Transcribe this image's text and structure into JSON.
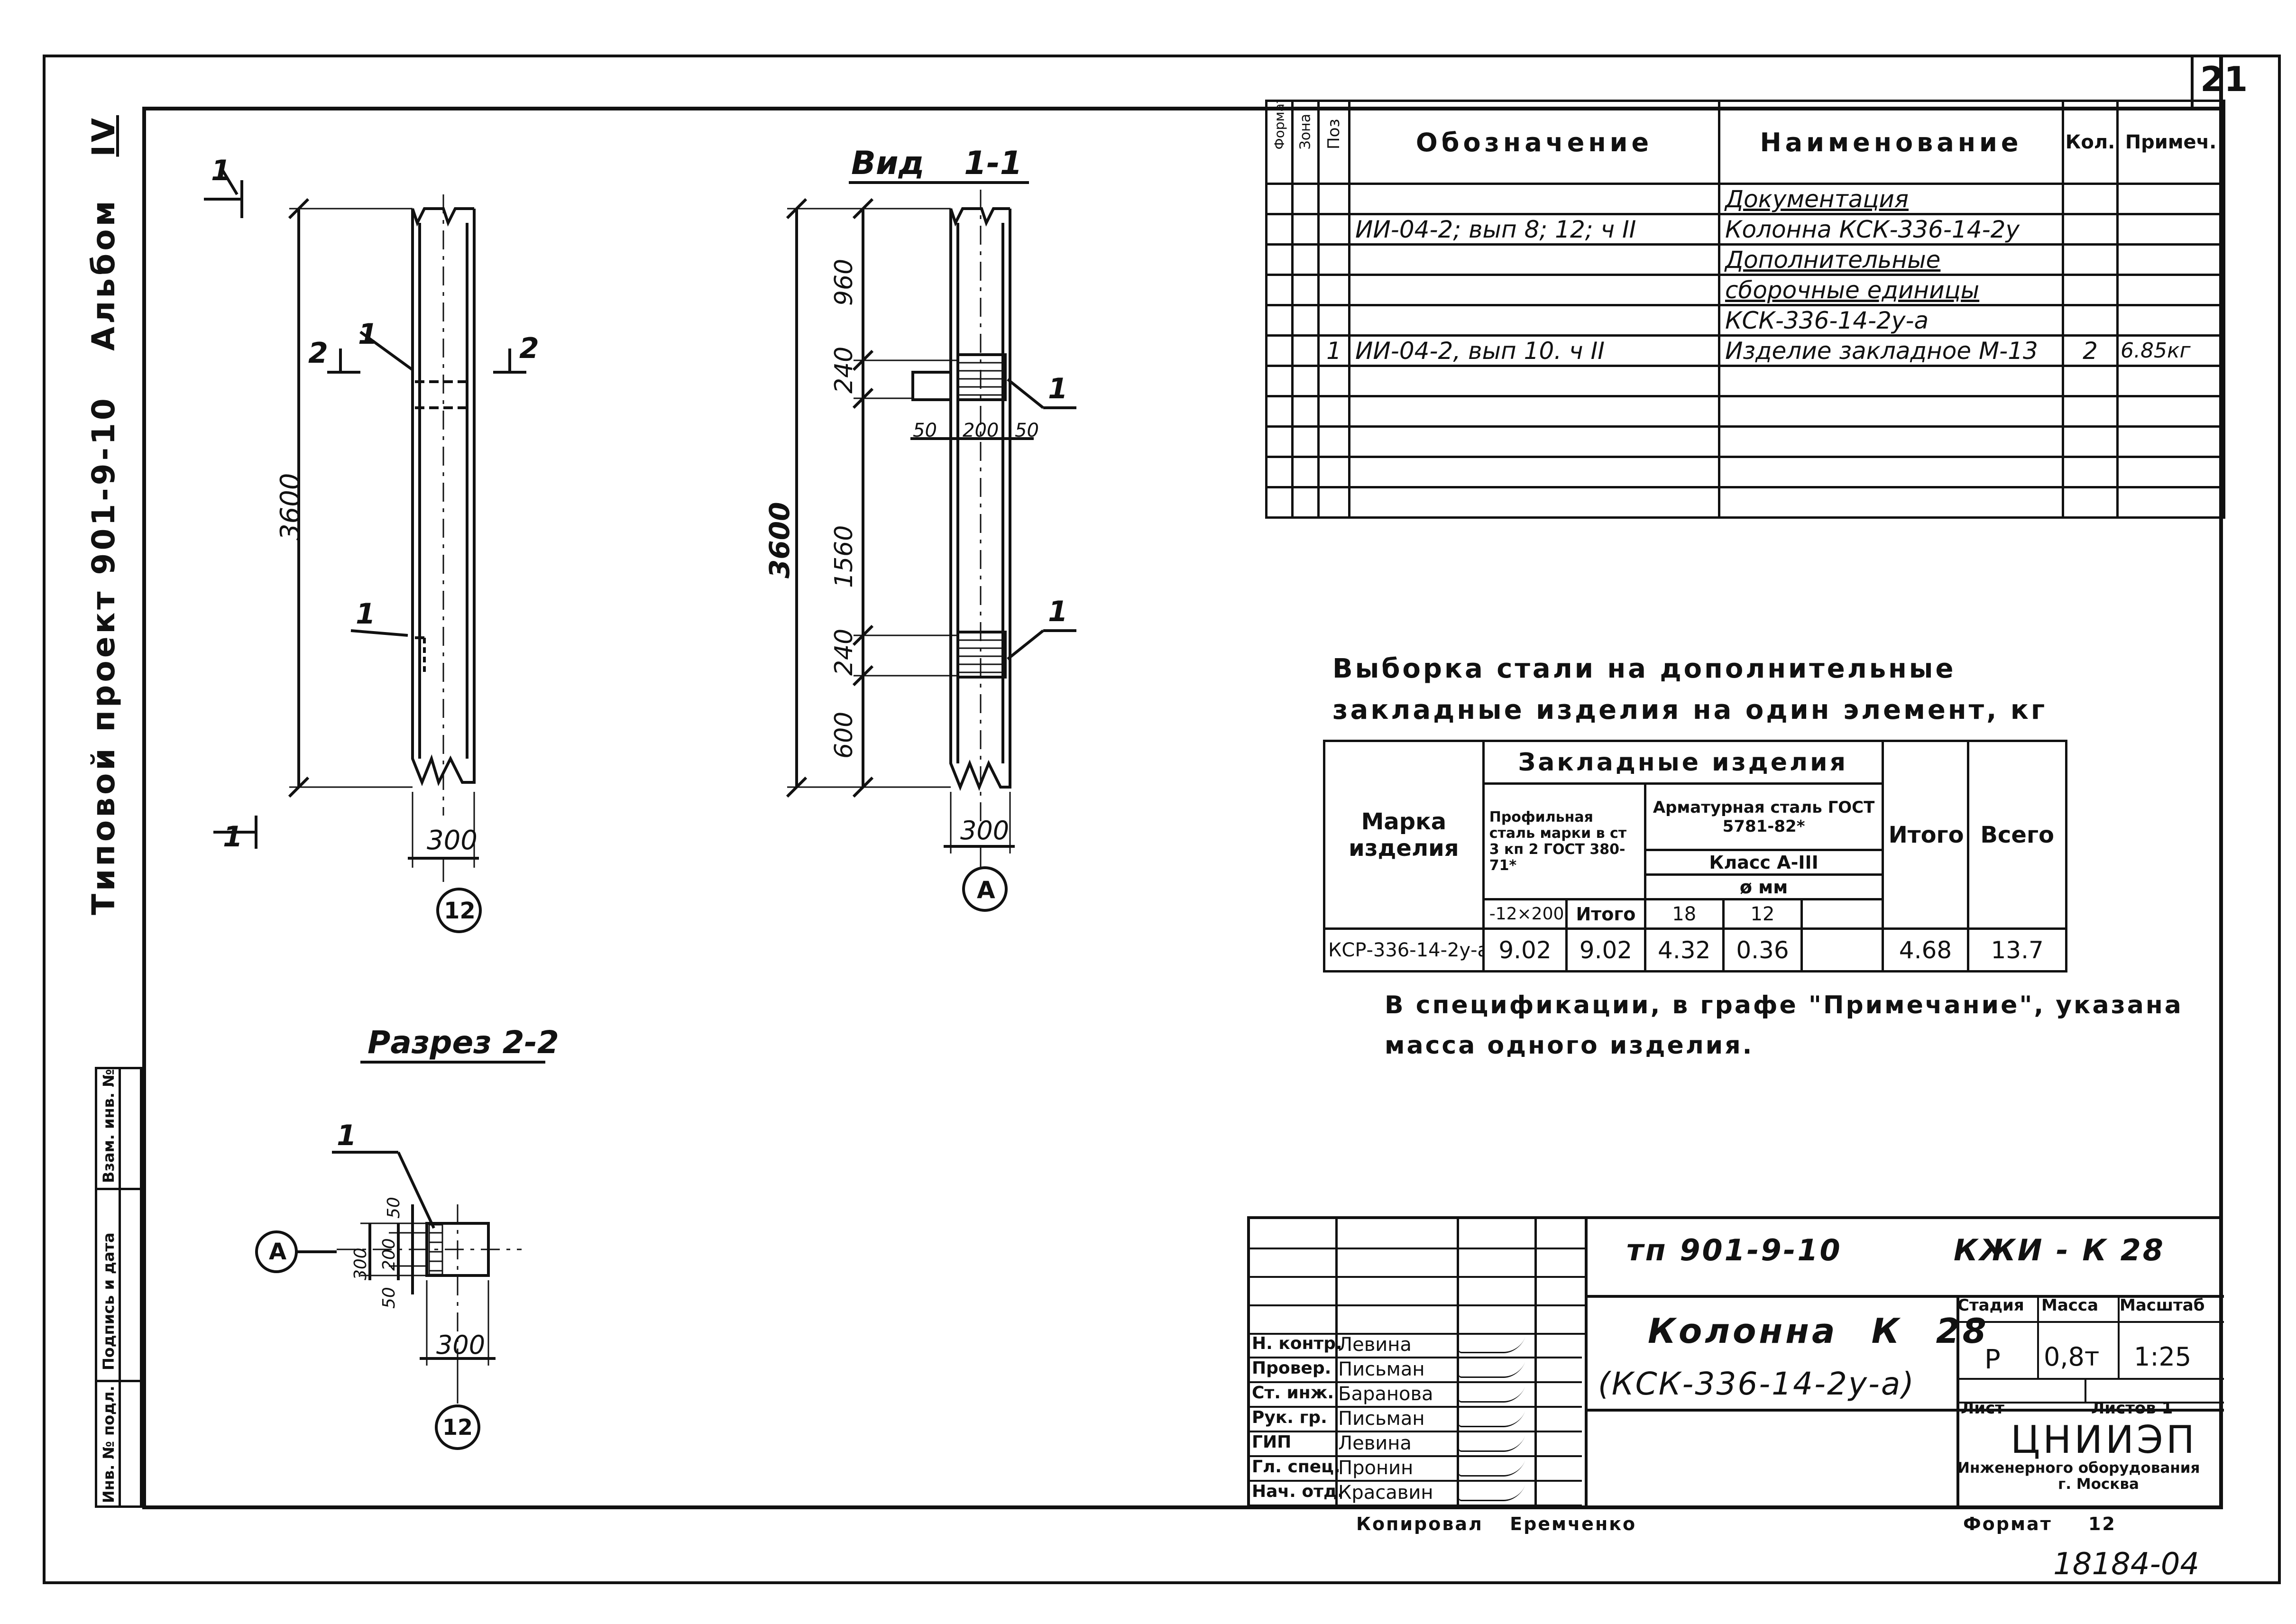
{
  "sheet_number": "21",
  "side_margin": {
    "album": "Альбом",
    "album_roman": "IV",
    "project": "Типовой проект 901-9-10",
    "stamp_inv_orig": "Инв. № подл.",
    "stamp_sign_date": "Подпись и дата",
    "stamp_inv_exch": "Взам. инв. №"
  },
  "front_view": {
    "section_mark_top": "1",
    "section_mark_bottom": "1",
    "cut_left": "2",
    "cut_right": "2",
    "callout_top": "1",
    "callout_bottom": "1",
    "height_dim": "3600",
    "width_dim": "300",
    "axis_label": "12"
  },
  "view_1_1": {
    "title": "Вид 1-1",
    "dim_960": "960",
    "dim_240_top": "240",
    "dim_1560": "1560",
    "dim_240_bottom": "240",
    "dim_600": "600",
    "dim_total": "3600",
    "dim_50_left": "50",
    "dim_200": "200",
    "dim_50_right": "50",
    "callout_top": "1",
    "callout_bottom": "1",
    "width_dim": "300",
    "axis_label": "А"
  },
  "section_2_2": {
    "title": "Разрез 2-2",
    "callout": "1",
    "dim_300": "300",
    "dim_200": "200",
    "dim_50_top": "50",
    "dim_50_bottom": "50",
    "width_dim": "300",
    "axis_left": "А",
    "axis_bottom": "12"
  },
  "spec_table": {
    "headers": {
      "format": "Формат",
      "zone": "Зона",
      "pos": "Поз",
      "designation": "Обозначение",
      "name": "Наименование",
      "qty": "Кол.",
      "note": "Примеч."
    },
    "rows": [
      {
        "pos": "",
        "designation": "",
        "name": "Документация",
        "qty": "",
        "note": "",
        "underline": true
      },
      {
        "pos": "",
        "designation": "ИИ-04-2; вып 8; 12; ч II",
        "name": "Колонна КСК-336-14-2у",
        "qty": "",
        "note": "",
        "underline": false
      },
      {
        "pos": "",
        "designation": "",
        "name": "Дополнительные",
        "qty": "",
        "note": "",
        "underline": true
      },
      {
        "pos": "",
        "designation": "",
        "name": "сборочные единицы",
        "qty": "",
        "note": "",
        "underline": true
      },
      {
        "pos": "",
        "designation": "",
        "name": "КСК-336-14-2у-а",
        "qty": "",
        "note": "",
        "underline": false
      },
      {
        "pos": "1",
        "designation": "ИИ-04-2, вып 10. ч II",
        "name": "Изделие закладное М-13",
        "qty": "2",
        "note": "6.85кг",
        "underline": false
      },
      {
        "pos": "",
        "designation": "",
        "name": "",
        "qty": "",
        "note": "",
        "underline": false
      },
      {
        "pos": "",
        "designation": "",
        "name": "",
        "qty": "",
        "note": "",
        "underline": false
      },
      {
        "pos": "",
        "designation": "",
        "name": "",
        "qty": "",
        "note": "",
        "underline": false
      },
      {
        "pos": "",
        "designation": "",
        "name": "",
        "qty": "",
        "note": "",
        "underline": false
      },
      {
        "pos": "",
        "designation": "",
        "name": "",
        "qty": "",
        "note": "",
        "underline": false
      }
    ]
  },
  "steel_table": {
    "title_line1": "Выборка стали на дополнительные",
    "title_line2": "закладные изделия на один элемент, кг",
    "h_mark": "Марка изделия",
    "h_embedded": "Закладные изделия",
    "h_profile": "Профильная сталь марки в ст 3 кп 2 ГОСТ 380-71*",
    "h_rebar": "Арматурная сталь ГОСТ 5781-82*",
    "h_class": "Класс А-III",
    "h_dia": "ø мм",
    "h_profile_size": "-12×200",
    "h_subtotal": "Итого",
    "h_d18": "18",
    "h_d12": "12",
    "h_total1": "Итого",
    "h_total2": "Всего",
    "row": {
      "mark": "КСР-336-14-2у-а",
      "profile": "9.02",
      "subtotal": "9.02",
      "d18": "4.32",
      "d12": "0.36",
      "empty": "",
      "total": "4.68",
      "grand": "13.7"
    }
  },
  "note": {
    "line1": "В спецификации, в графе \"Примечание\", указана",
    "line2": "масса одного изделия."
  },
  "title_block": {
    "doc_code": "тп 901-9-10",
    "sheet_code": "КЖИ - К 28",
    "title_line1": "Колонна К 28",
    "title_line2": "(КСК-336-14-2у-а)",
    "stage_label": "Стадия",
    "mass_label": "Масса",
    "scale_label": "Масштаб",
    "stage": "Р",
    "mass": "0,8т",
    "scale": "1:25",
    "sheet_label": "Лист",
    "sheets_label": "Листов 1",
    "org_name": "ЦНИИЭП",
    "org_sub": "Инженерного оборудования",
    "org_city": "г. Москва",
    "roles": [
      {
        "role": "Н. контр.",
        "name": "Левина"
      },
      {
        "role": "Провер.",
        "name": "Письман"
      },
      {
        "role": "Ст. инж.",
        "name": "Баранова"
      },
      {
        "role": "Рук. гр.",
        "name": "Письман"
      },
      {
        "role": "ГИП",
        "name": "Левина"
      },
      {
        "role": "Гл. спец.",
        "name": "Пронин"
      },
      {
        "role": "Нач. отд.",
        "name": "Красавин"
      }
    ],
    "copied": "Копировал Еремченко",
    "format": "Формат 12",
    "stock_number": "18184-04"
  }
}
